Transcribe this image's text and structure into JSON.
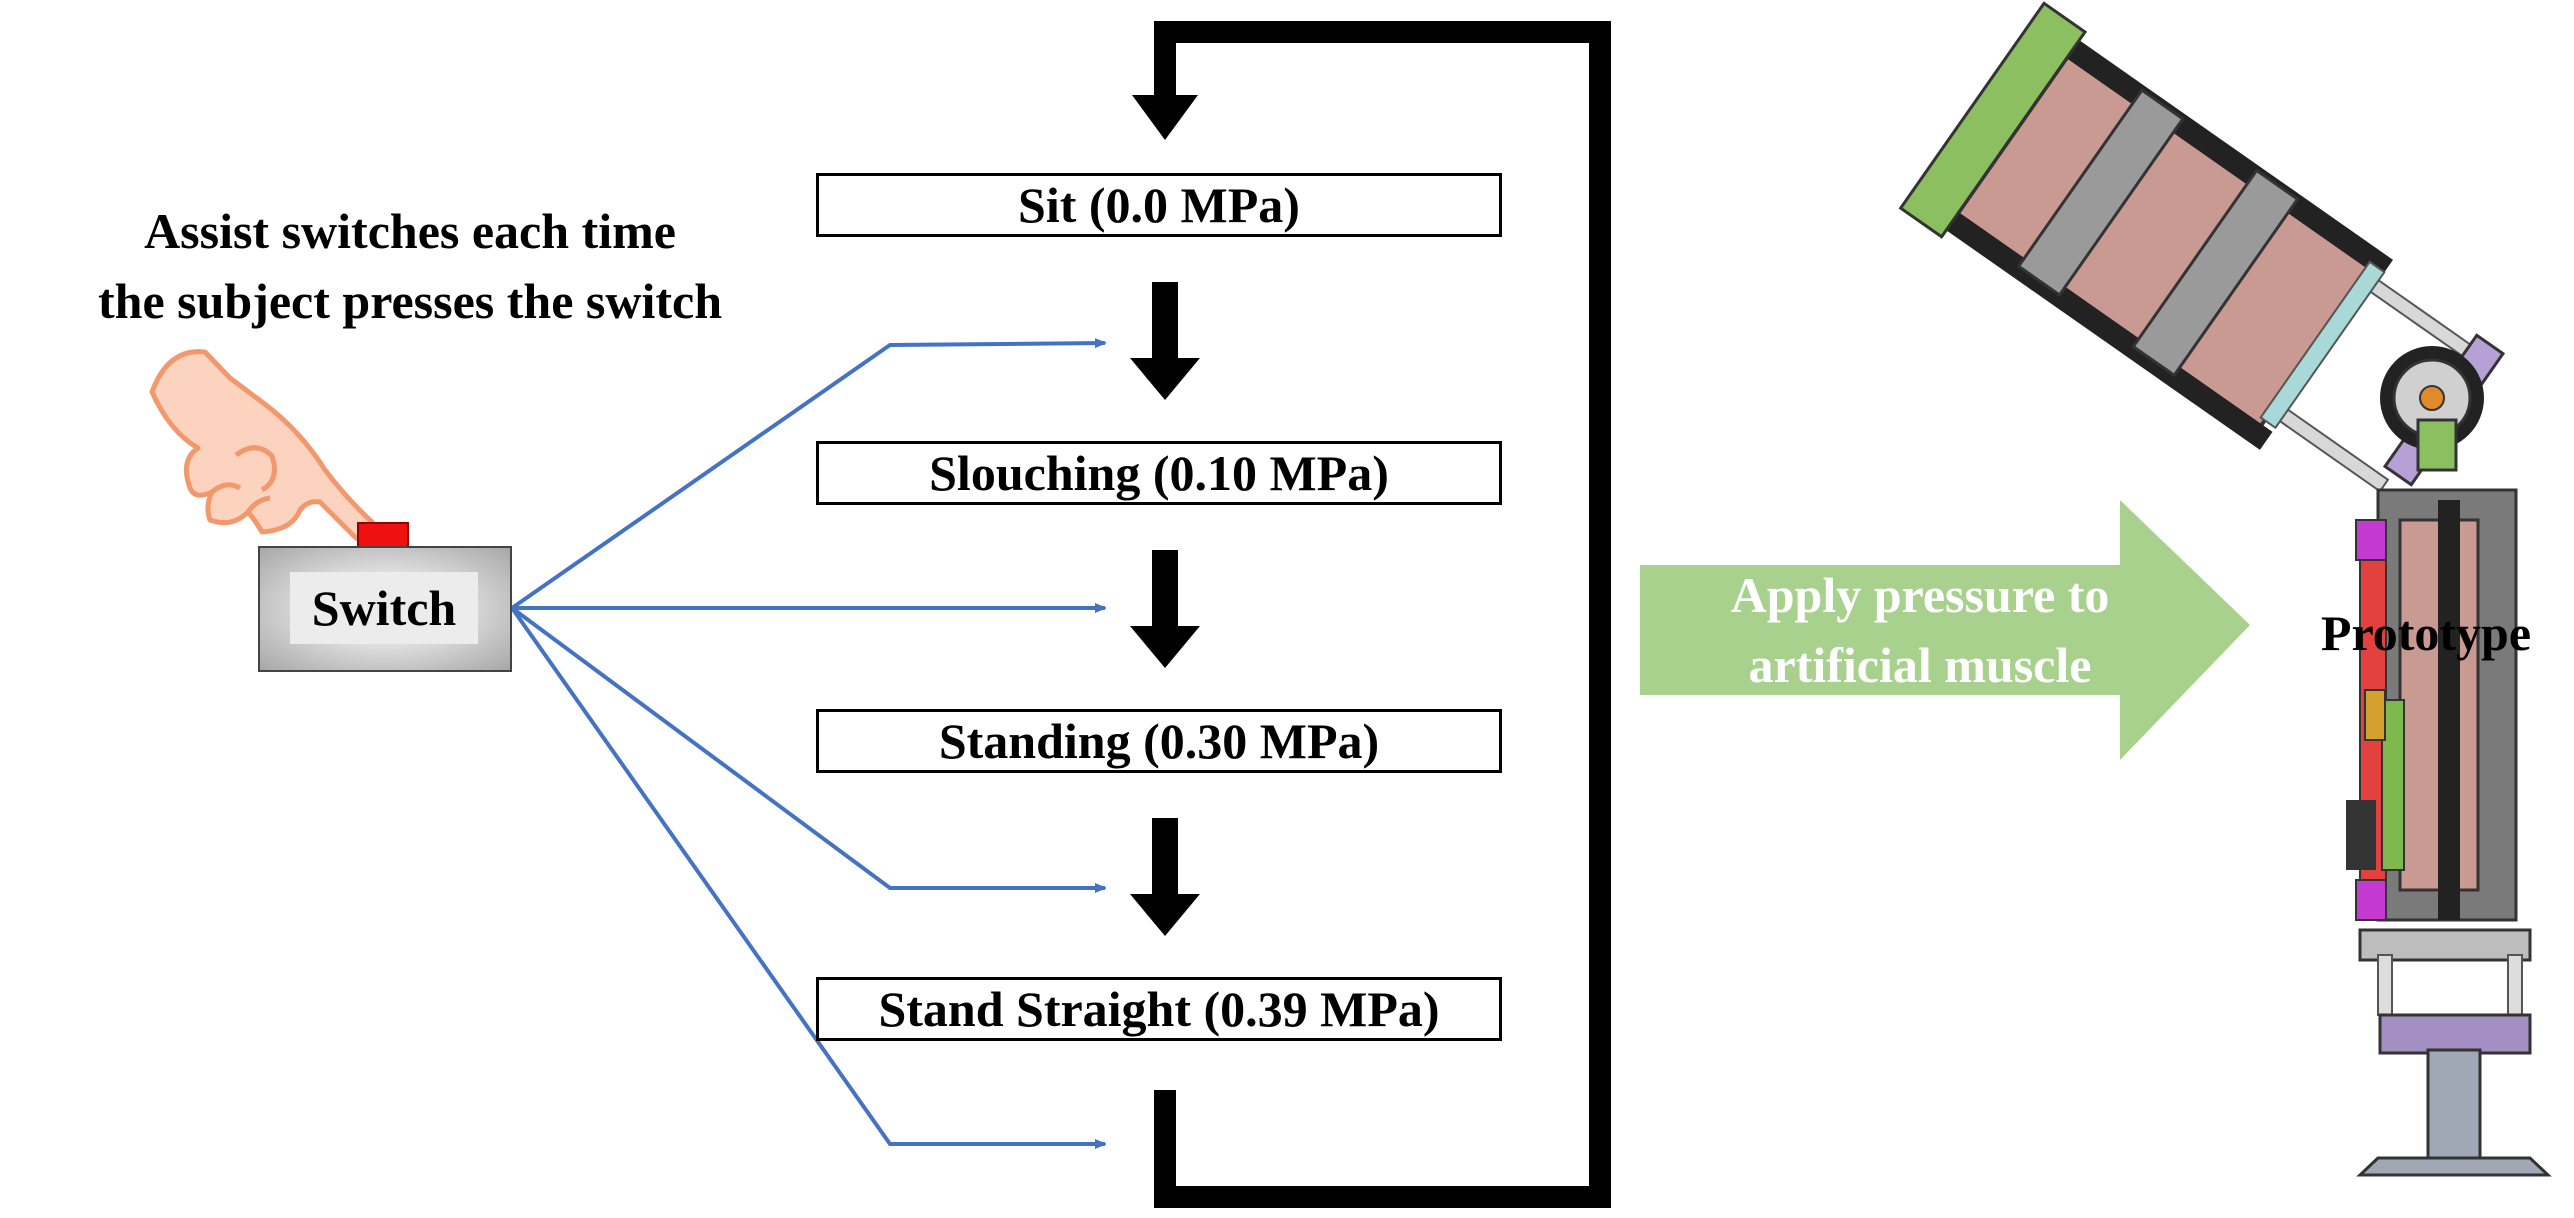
{
  "instruction": {
    "line1": "Assist switches each time",
    "line2": "the subject presses the switch"
  },
  "switch": {
    "label": "Switch"
  },
  "states": [
    {
      "label": "Sit (0.0 MPa)"
    },
    {
      "label": "Slouching (0.10 MPa)"
    },
    {
      "label": "Standing (0.30 MPa)"
    },
    {
      "label": "Stand Straight (0.39 MPa)"
    }
  ],
  "pressure_arrow": {
    "line1": "Apply pressure to",
    "line2": "artificial muscle"
  },
  "prototype": {
    "label": "Prototype"
  },
  "colors": {
    "connector_lines": "#4472c4",
    "state_arrows": "#000000",
    "pressure_arrow": "#a9d18e",
    "switch_button": "#ee1111",
    "hand_fill": "#fbd3bf",
    "hand_outline": "#f2986c",
    "muscle": "#c99a92"
  },
  "icons": {
    "hand": "pointing-hand-icon",
    "switch": "push-switch-icon",
    "prototype": "exoskeleton-prototype-illustration"
  }
}
